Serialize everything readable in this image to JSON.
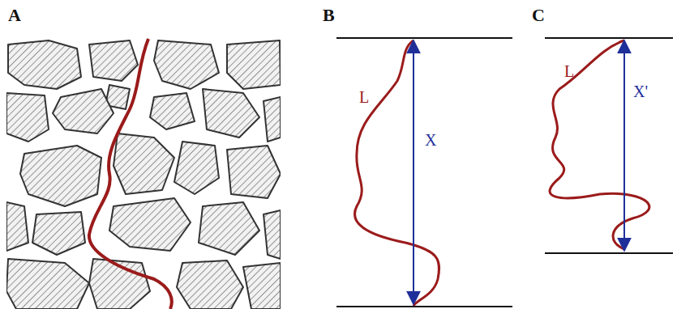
{
  "diagram": {
    "labels": [
      "A",
      "B",
      "C",
      "L",
      "X",
      "L",
      "X'"
    ]
  }
}
